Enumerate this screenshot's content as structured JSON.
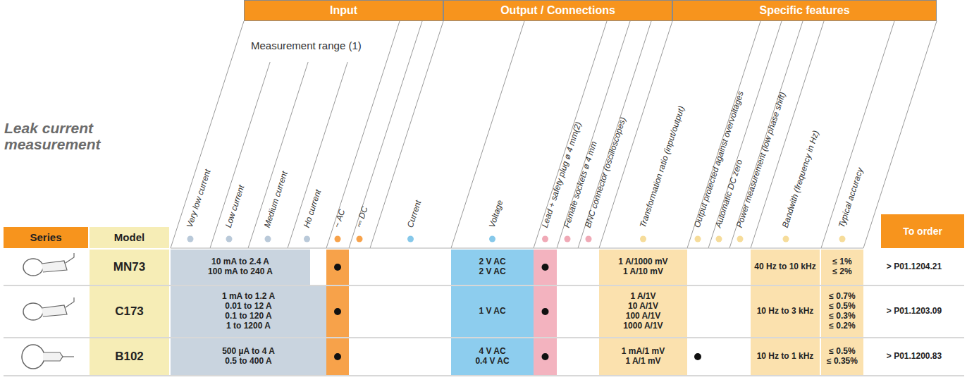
{
  "diagram": {
    "title": "Leak current measurement",
    "nodes": [
      {
        "text": [
          "Input"
        ]
      },
      {
        "text": [
          "Output / Connections"
        ]
      },
      {
        "text": [
          "Specific features"
        ]
      },
      {
        "text": [
          "Series"
        ]
      },
      {
        "text": [
          "Model"
        ]
      },
      {
        "text": [
          "To order"
        ]
      },
      {
        "text": [
          "MN73"
        ]
      },
      {
        "text": [
          "10 mA to 2.4 A",
          "100 mA to 240 A"
        ]
      },
      {
        "text": [
          "2 V AC",
          "2 V AC"
        ]
      },
      {
        "text": [
          "1 A/1000 mV",
          "1 A/10 mV"
        ]
      },
      {
        "text": [
          "40 Hz to 10 kHz"
        ]
      },
      {
        "text": [
          "≤ 1%",
          "≤ 2%"
        ]
      },
      {
        "text": [
          "> P01.1204.21"
        ]
      },
      {
        "text": [
          "C173"
        ]
      },
      {
        "text": [
          "1 mA to 1.2 A",
          "0.01 to 12 A",
          "0.1 to 120 A",
          "1 to 1200 A"
        ]
      },
      {
        "text": [
          "1 V AC"
        ]
      },
      {
        "text": [
          "1 A/1V",
          "10 A/1V",
          "100 A/1V",
          "1000 A/1V"
        ]
      },
      {
        "text": [
          "10 Hz to 3 kHz"
        ]
      },
      {
        "text": [
          "≤ 0.7%",
          "≤ 0.5%",
          "≤ 0.3%",
          "≤ 0.2%"
        ]
      },
      {
        "text": [
          "> P01.1203.09"
        ]
      },
      {
        "text": [
          "B102"
        ]
      },
      {
        "text": [
          "500 µA to 4 A",
          "0.5 to 400 A"
        ]
      },
      {
        "text": [
          "4 V AC",
          "0.4 V AC"
        ]
      },
      {
        "text": [
          "1 mA/1 mV",
          "1 A/1 mV"
        ]
      },
      {
        "text": [
          "10 Hz to 1 kHz"
        ]
      },
      {
        "text": [
          "≤ 0.5%",
          "≤ 0.35%"
        ]
      },
      {
        "text": [
          "> P01.1200.83"
        ]
      }
    ],
    "labels": [
      "Measurement range (1)",
      "Very low current",
      "Low current",
      "Medium current",
      "Ho current",
      "~ AC",
      "⎓ DC",
      "Current",
      "Voltage",
      "Lead + safety plug ø 4 mm(2)",
      "Female sockets ø 4 mm",
      "BNC connector (oscilloscopes)",
      "Transformation ratio (input/output)",
      "Output protected against overvoltages",
      "Automatic DC zero",
      "Power measurement (low phase shift)",
      "Bandwith (frequency in Hz)",
      "Typical accuracy"
    ]
  }
}
